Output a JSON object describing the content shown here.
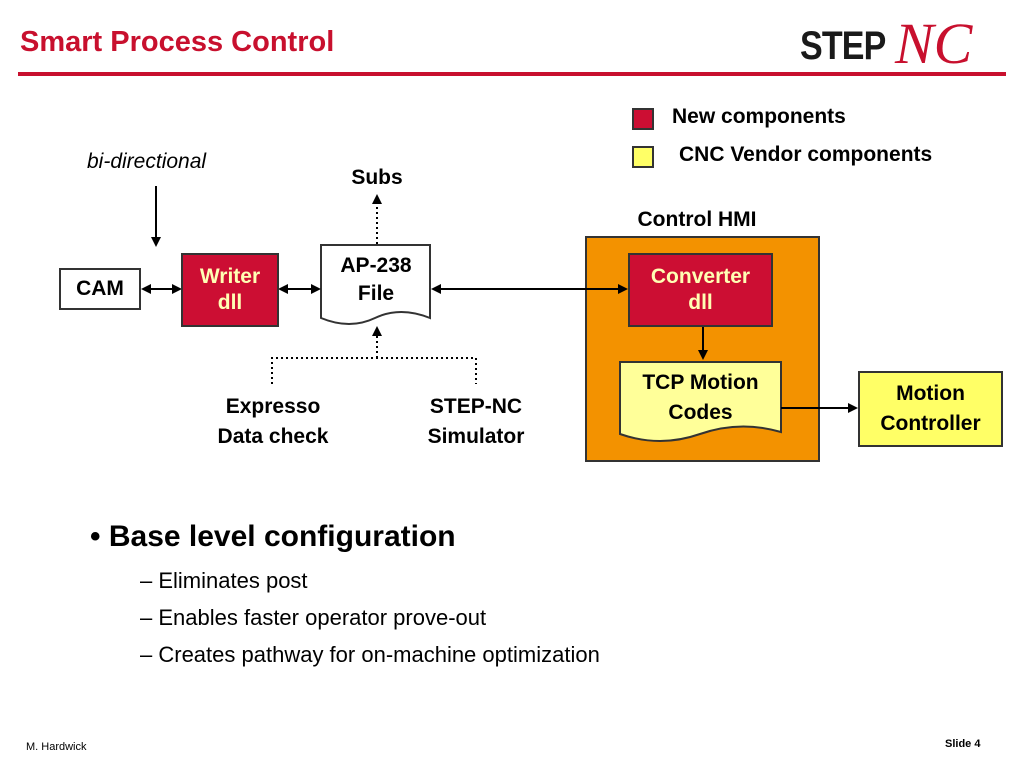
{
  "slide": {
    "title": "Smart Process Control",
    "logo_step": "STEP",
    "logo_nc": "NC",
    "footer_author": "M. Hardwick",
    "footer_slide": "Slide 4"
  },
  "legend": {
    "new_label": "New components",
    "vendor_label": "CNC Vendor components",
    "new_color": "#cc0e33",
    "vendor_color": "#ffff66"
  },
  "diagram": {
    "bidirectional": "bi-directional",
    "subs": "Subs",
    "cam": "CAM",
    "writer_line1": "Writer",
    "writer_line2": "dll",
    "ap_line1": "AP-238",
    "ap_line2": "File",
    "control_hmi": "Control HMI",
    "converter_line1": "Converter",
    "converter_line2": "dll",
    "tcp_line1": "TCP Motion",
    "tcp_line2": "Codes",
    "motion_line1": "Motion",
    "motion_line2": "Controller",
    "expresso_line1": "Expresso",
    "expresso_line2": "Data check",
    "simulator_line1": "STEP-NC",
    "simulator_line2": "Simulator"
  },
  "bullets": {
    "main": "Base level configuration",
    "items": [
      "Eliminates post",
      "Enables faster operator prove-out",
      "Creates pathway for on-machine optimization"
    ]
  }
}
